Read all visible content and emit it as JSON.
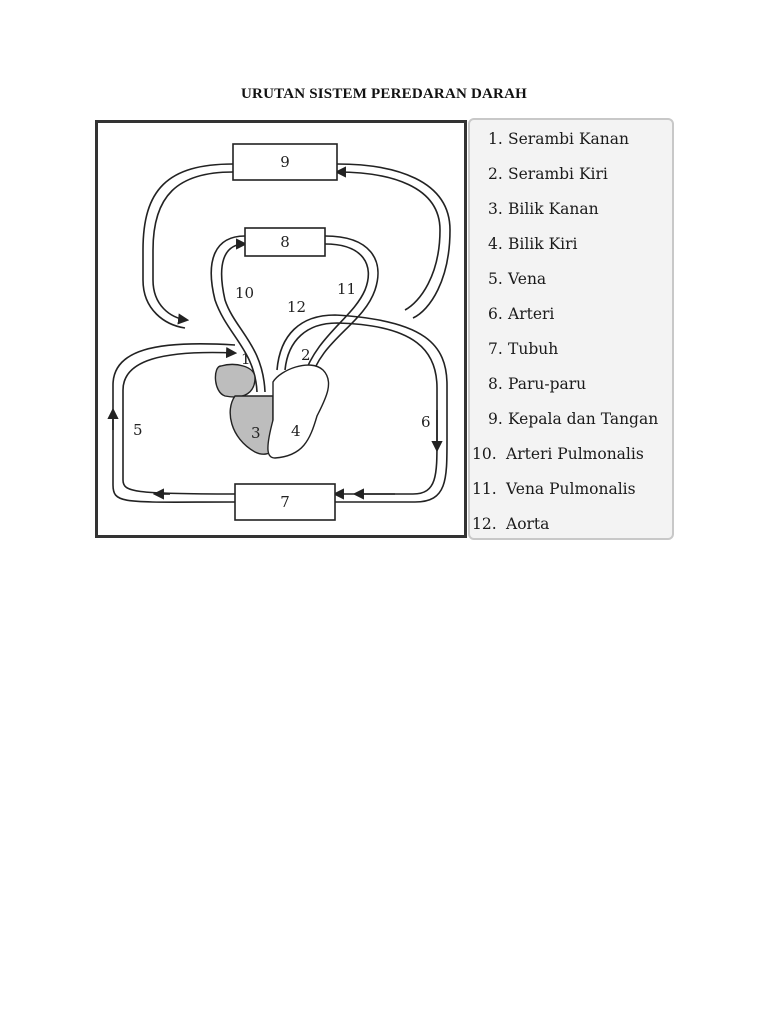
{
  "title": "URUTAN SISTEM PEREDARAN DARAH",
  "diagram": {
    "boxes": {
      "head": "9",
      "lungs": "8",
      "body": "7"
    },
    "labels": {
      "right_atrium": "1",
      "left_atrium": "2",
      "right_ventricle": "3",
      "left_ventricle": "4",
      "vein": "5",
      "artery": "6",
      "pulmonary_artery": "10",
      "pulmonary_vein": "11",
      "aorta": "12"
    },
    "colors": {
      "line": "#222222",
      "shade": "#bdbdbd",
      "frame": "#333333"
    }
  },
  "legend": {
    "items": [
      {
        "num": "1.",
        "label": "Serambi Kanan"
      },
      {
        "num": "2.",
        "label": "Serambi Kiri"
      },
      {
        "num": "3.",
        "label": "Bilik Kanan"
      },
      {
        "num": "4.",
        "label": "Bilik Kiri"
      },
      {
        "num": "5.",
        "label": "Vena"
      },
      {
        "num": "6.",
        "label": "Arteri"
      },
      {
        "num": "7.",
        "label": "Tubuh"
      },
      {
        "num": "8.",
        "label": "Paru-paru"
      },
      {
        "num": "9.",
        "label": "Kepala dan Tangan"
      },
      {
        "num": "10.",
        "label": "Arteri Pulmonalis"
      },
      {
        "num": "11.",
        "label": "Vena Pulmonalis"
      },
      {
        "num": "12.",
        "label": "Aorta"
      }
    ]
  }
}
